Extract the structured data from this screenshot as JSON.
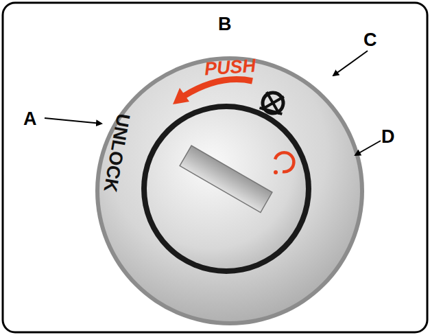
{
  "diagram": {
    "labels": [
      "A",
      "B",
      "C",
      "D",
      "UNLOCK",
      "PUSH"
    ]
  }
}
